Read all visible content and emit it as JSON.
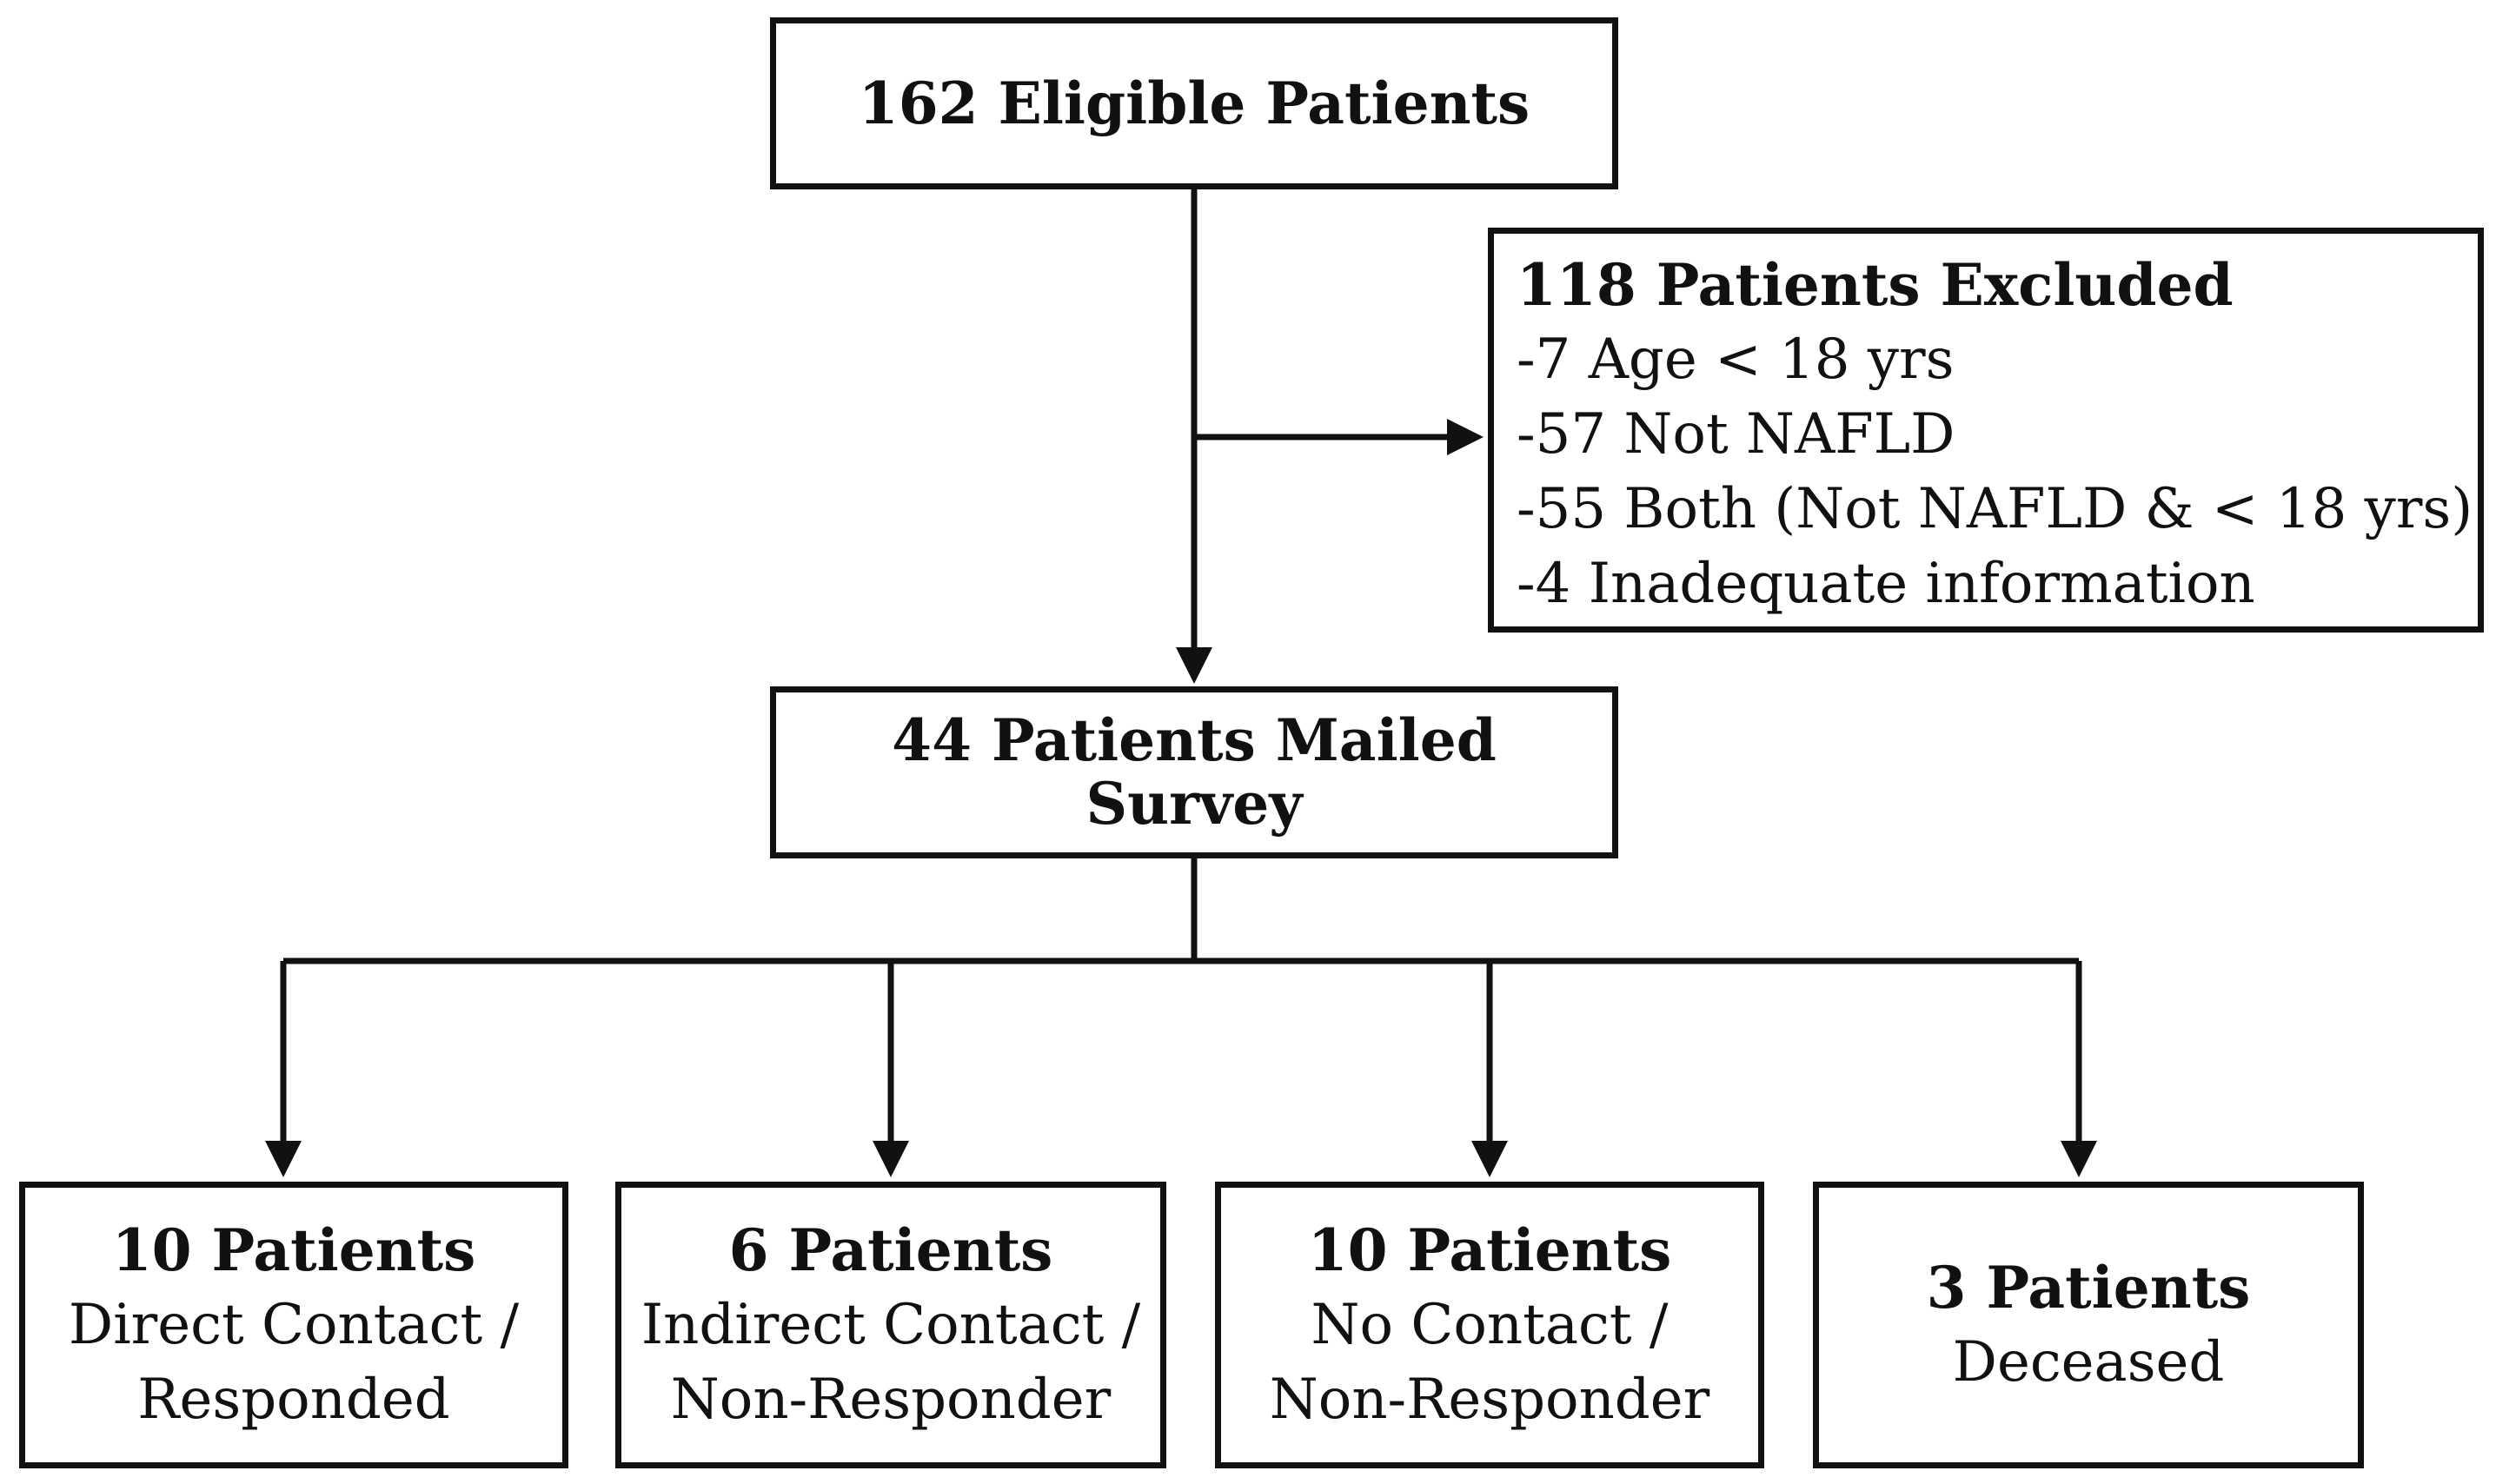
{
  "eligible": {
    "title": "162 Eligible Patients"
  },
  "excluded": {
    "title": "118 Patients Excluded",
    "reasons": [
      "-7 Age < 18 yrs",
      "-57 Not NAFLD",
      "-55 Both (Not NAFLD & < 18 yrs)",
      "-4 Inadequate information"
    ]
  },
  "mailed": {
    "title": "44 Patients Mailed Survey"
  },
  "outcomes": [
    {
      "title": "10 Patients",
      "lines": [
        "Direct Contact /",
        "Responded"
      ]
    },
    {
      "title": "6 Patients",
      "lines": [
        "Indirect Contact /",
        "Non-Responder"
      ]
    },
    {
      "title": "10 Patients",
      "lines": [
        "No Contact /",
        "Non-Responder"
      ]
    },
    {
      "title": "3 Patients",
      "lines": [
        "Deceased"
      ]
    }
  ],
  "colors": {
    "stroke": "#111111",
    "background": "#ffffff"
  }
}
